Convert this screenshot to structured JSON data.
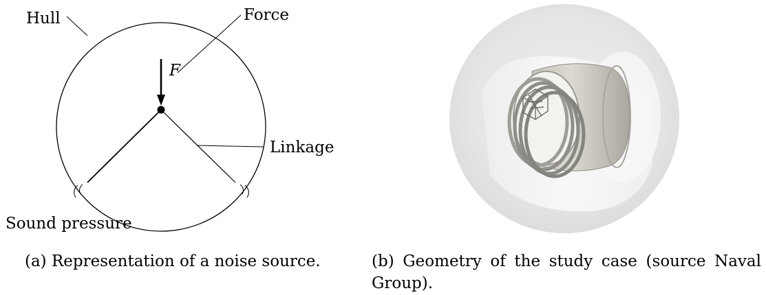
{
  "panel_a": {
    "labels": {
      "hull": "Hull",
      "force": "Force",
      "force_symbol": "F",
      "linkage": "Linkage",
      "sound_pressure": "Sound pressure"
    },
    "caption": "(a) Representation of a noise source."
  },
  "panel_b": {
    "caption": "(b) Geometry of the study case (source Naval Group)."
  }
}
